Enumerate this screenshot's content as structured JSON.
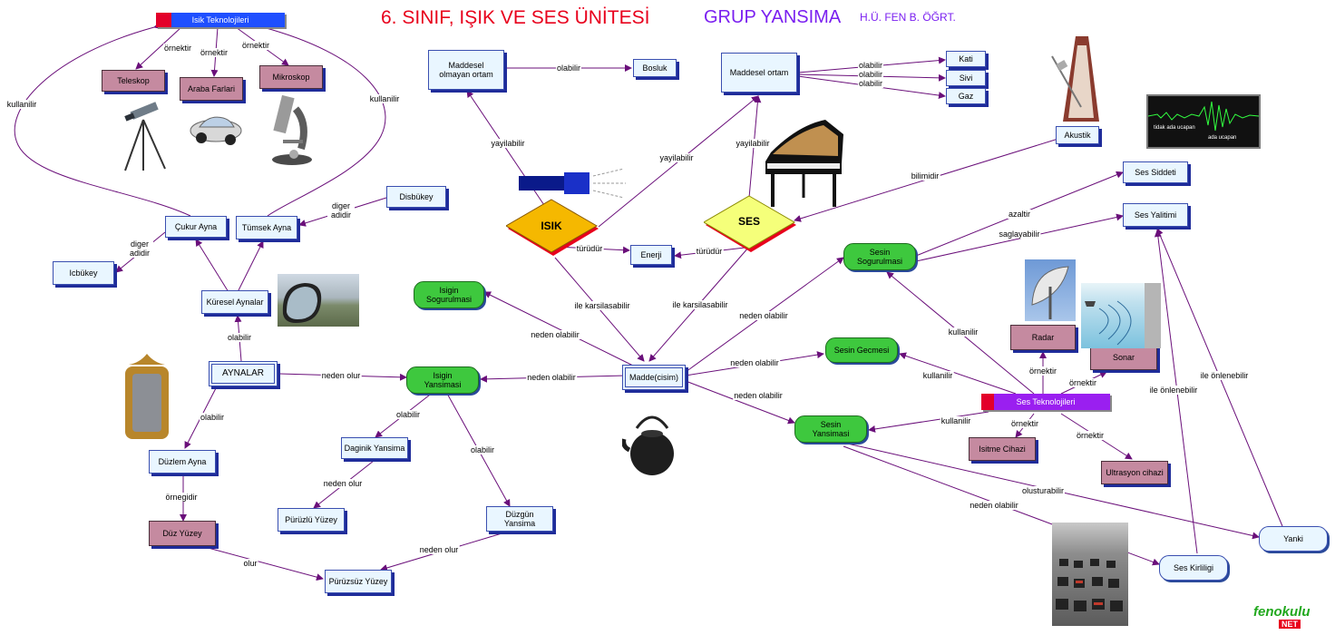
{
  "header": {
    "title": "6. SINIF, IŞIK VE SES ÜNİTESİ",
    "group": "GRUP YANSIMA",
    "author": "H.Ü. FEN B. ÖĞRT."
  },
  "nodes": {
    "isik_teknolojileri": "Isik Teknolojileri",
    "teleskop": "Teleskop",
    "araba_farlari": "Araba Farlari",
    "mikroskop": "Mikroskop",
    "maddesel_olmayan": "Maddesel olmayan ortam",
    "bosluk": "Bosluk",
    "maddesel_ortam": "Maddesel ortam",
    "kati": "Kati",
    "sivi": "Sivi",
    "gaz": "Gaz",
    "akustik": "Akustik",
    "ses_siddeti": "Ses Siddeti",
    "ses_yalitimi": "Ses Yalitimi",
    "disbukey": "Disbükey",
    "cukur_ayna": "Çukur Ayna",
    "tumsek_ayna": "Tümsek Ayna",
    "icbukey": "Icbükey",
    "kuresel_aynalar": "Küresel Aynalar",
    "isik": "ISIK",
    "ses": "SES",
    "enerji": "Enerji",
    "isigin_sogurulmasi": "Isigin Sogurulmasi",
    "sesin_sogurulmasi": "Sesin Sogurulmasi",
    "radar": "Radar",
    "sonar": "Sonar",
    "aynalar": "AYNALAR",
    "isigin_yansimasi": "Isigin Yansimasi",
    "madde": "Madde(cisim)",
    "sesin_gecmesi": "Sesin Gecmesi",
    "ses_teknolojileri": "Ses Teknolojileri",
    "sesin_yansimasi": "Sesin Yansimasi",
    "isitme_cihazi": "Isitme Cihazi",
    "ultrasyon_cihazi": "Ultrasyon cihazi",
    "duzlem_ayna": "Düzlem Ayna",
    "daginik_yansima": "Daginik Yansima",
    "puruzlu_yuzey": "Pürüzlü Yüzey",
    "duzgun_yansima": "Düzgün Yansima",
    "duz_yuzey": "Düz Yüzey",
    "puruzsuz_yuzey": "Pürüzsüz Yüzey",
    "yanki": "Yanki",
    "ses_kirliligi": "Ses Kirliligi"
  },
  "links": {
    "ornektir": "örnektir",
    "ornektir2": "örnektir",
    "ornektir3": "örnektir",
    "kullanilir_left": "kullanilir",
    "kullanilir_right": "kullanilir",
    "olabilir_bosluk": "olabilir",
    "olabilir_kati": "olabilir",
    "olabilir_sivi": "olabilir",
    "olabilir_gaz": "olabilir",
    "yayilabilir_1": "yayilabilir",
    "yayilabilir_2": "yayilabilir",
    "yayilabilir_3": "yayilabilir",
    "bilimidir": "bilimidir",
    "diger_adidir_1": "diger adidir",
    "diger_adidir_2": "diger adidir",
    "azaltir": "azaltir",
    "saglayabilir": "saglayabilir",
    "turudur_1": "türüdür",
    "turudur_2": "türüdür",
    "ile_karsilasabilir_1": "ile karsilasabilir",
    "ile_karsilasabilir_2": "ile karsilasabilir",
    "neden_olabilir_1": "neden olabilir",
    "neden_olabilir_2": "neden olabilir",
    "neden_olabilir_3": "neden olabilir",
    "neden_olabilir_4": "neden olabilir",
    "neden_olabilir_5": "neden olabilir",
    "neden_olabilir_6": "neden olabilir",
    "kullanilir_1": "kullanilir",
    "kullanilir_2": "kullanilir",
    "kullanilir_3": "kullanilir",
    "olabilir_kuresel": "olabilir",
    "neden_olur_1": "neden olur",
    "neden_olur_2": "neden olur",
    "neden_olur_3": "neden olur",
    "ornektir_radar": "örnektir",
    "ornektir_sonar": "örnektir",
    "ornektir_isitme": "örnektir",
    "ornektir_ultra": "örnektir",
    "ile_onlenebilir_1": "ile önlenebilir",
    "ile_onlenebilir_2": "ile önlenebilir",
    "olabilir_daginik": "olabilir",
    "olabilir_duzgun": "olabilir",
    "olabilir_duzlem": "olabilir",
    "omegidir": "örnegidir",
    "olusturabilir": "olusturabilir",
    "olur": "olur"
  },
  "images": {
    "waveform_text_1": "tidak ada ucapan",
    "waveform_text_2": "ada ucapan"
  },
  "logo": {
    "text": "fenokulu",
    "subtext": "NET"
  },
  "colors": {
    "title": "#e8001c",
    "group": "#7a1ff0",
    "arrow": "#6a0f7a",
    "green_node": "#3ec83e",
    "mauve_node": "#c58aa0",
    "diamond_isik": "#f5b800",
    "diamond_ses": "#f5ff7a"
  }
}
